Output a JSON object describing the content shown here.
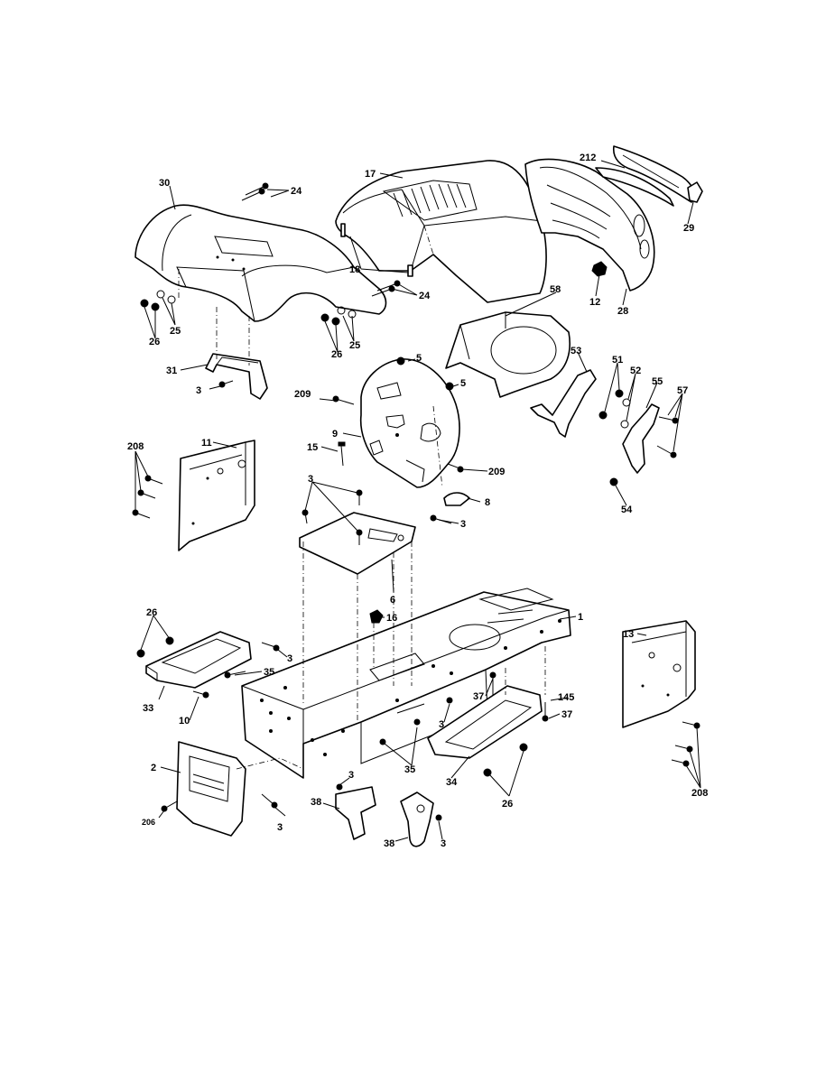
{
  "diagram": {
    "labels": {
      "p1": "1",
      "p2": "2",
      "p3": "3",
      "p5": "5",
      "p6": "6",
      "p8": "8",
      "p9": "9",
      "p10": "10",
      "p11": "11",
      "p12": "12",
      "p13": "13",
      "p15": "15",
      "p16": "16",
      "p17": "17",
      "p18": "18",
      "p24": "24",
      "p25": "25",
      "p26": "26",
      "p28": "28",
      "p29": "29",
      "p30": "30",
      "p31": "31",
      "p33": "33",
      "p34": "34",
      "p35": "35",
      "p37": "37",
      "p38": "38",
      "p51": "51",
      "p52": "52",
      "p53": "53",
      "p54": "54",
      "p55": "55",
      "p57": "57",
      "p58": "58",
      "p145": "145",
      "p206": "206",
      "p208": "208",
      "p209": "209",
      "p212": "212"
    }
  }
}
